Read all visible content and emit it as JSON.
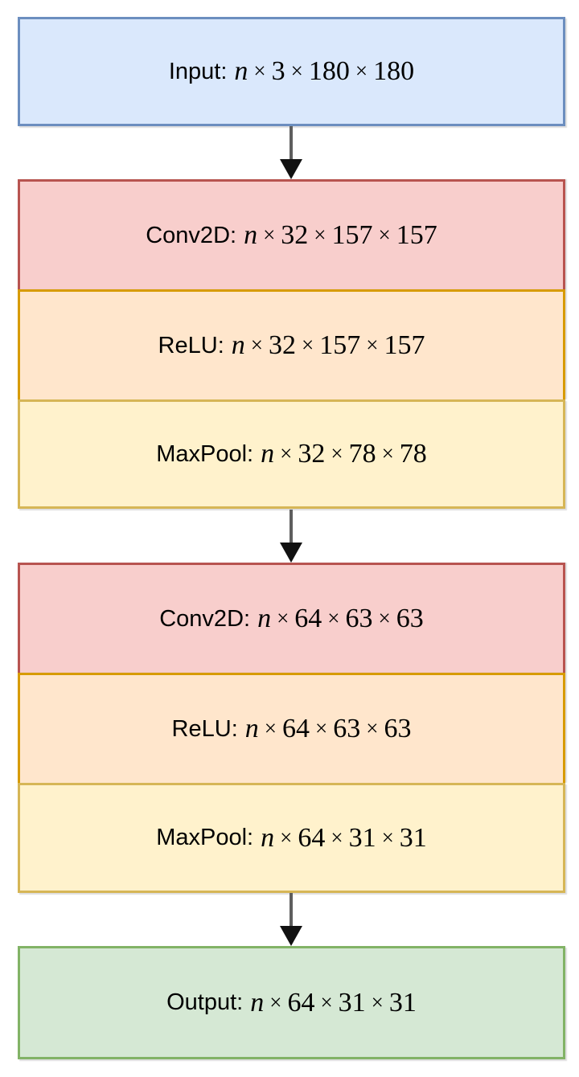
{
  "diagram": {
    "title_hint": "CNN layer flow diagram",
    "times_symbol": "×",
    "text_color": "#000000",
    "arrow": {
      "shaft_color": "#5e5e5e",
      "head_color": "#111111"
    },
    "nodes": [
      {
        "id": "input",
        "label": "Input:",
        "var": "n",
        "dims": [
          "3",
          "180",
          "180"
        ],
        "fill": "#dae8fc",
        "stroke": "#6c8ebf"
      },
      {
        "id": "conv1",
        "label": "Conv2D:",
        "var": "n",
        "dims": [
          "32",
          "157",
          "157"
        ],
        "fill": "#f8cecc",
        "stroke": "#b85450"
      },
      {
        "id": "relu1",
        "label": "ReLU:",
        "var": "n",
        "dims": [
          "32",
          "157",
          "157"
        ],
        "fill": "#ffe6cc",
        "stroke": "#d79b00"
      },
      {
        "id": "maxpool1",
        "label": "MaxPool:",
        "var": "n",
        "dims": [
          "32",
          "78",
          "78"
        ],
        "fill": "#fff2cc",
        "stroke": "#d6b656"
      },
      {
        "id": "conv2",
        "label": "Conv2D:",
        "var": "n",
        "dims": [
          "64",
          "63",
          "63"
        ],
        "fill": "#f8cecc",
        "stroke": "#b85450"
      },
      {
        "id": "relu2",
        "label": "ReLU:",
        "var": "n",
        "dims": [
          "64",
          "63",
          "63"
        ],
        "fill": "#ffe6cc",
        "stroke": "#d79b00"
      },
      {
        "id": "maxpool2",
        "label": "MaxPool:",
        "var": "n",
        "dims": [
          "64",
          "31",
          "31"
        ],
        "fill": "#fff2cc",
        "stroke": "#d6b656"
      },
      {
        "id": "output",
        "label": "Output:",
        "var": "n",
        "dims": [
          "64",
          "31",
          "31"
        ],
        "fill": "#d5e8d4",
        "stroke": "#82b366"
      }
    ]
  }
}
